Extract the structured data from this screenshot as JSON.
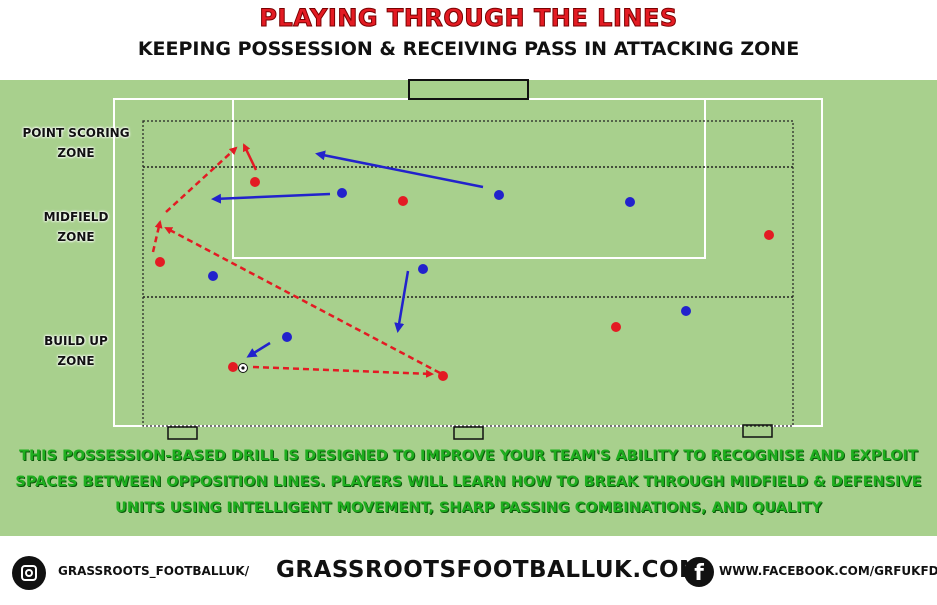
{
  "header": {
    "title": "PLAYING THROUGH THE LINES",
    "subtitle": "KEEPING POSSESSION & RECEIVING PASS IN ATTACKING ZONE"
  },
  "zones": {
    "point_scoring": [
      "POINT SCORING",
      "ZONE"
    ],
    "midfield": [
      "MIDFIELD",
      "ZONE"
    ],
    "build_up": [
      "BUILD UP",
      "ZONE"
    ]
  },
  "description": "THIS POSSESSION-BASED DRILL IS DESIGNED TO IMPROVE YOUR TEAM'S ABILITY TO RECOGNISE AND EXPLOIT SPACES BETWEEN OPPOSITION LINES.  PLAYERS WILL LEARN HOW TO BREAK THROUGH MIDFIELD & DEFENSIVE UNITS USING INTELLIGENT MOVEMENT, SHARP PASSING COMBINATIONS, AND QUALITY",
  "footer": {
    "instagram": "GRASSROOTS_FOOTBALLUK/",
    "website": "GRASSROOTSFOOTBALLUK.COM",
    "facebook": "WWW.FACEBOOK.COM/GRFUKFDS"
  },
  "icons": {
    "instagram": "instagram-icon",
    "facebook": "facebook-icon",
    "ball": "football-icon"
  },
  "colors": {
    "title": "#e31b23",
    "pitch": "#a8d08d",
    "red_team": "#e31b23",
    "blue_team": "#2222cc",
    "description": "#1fae1f"
  }
}
